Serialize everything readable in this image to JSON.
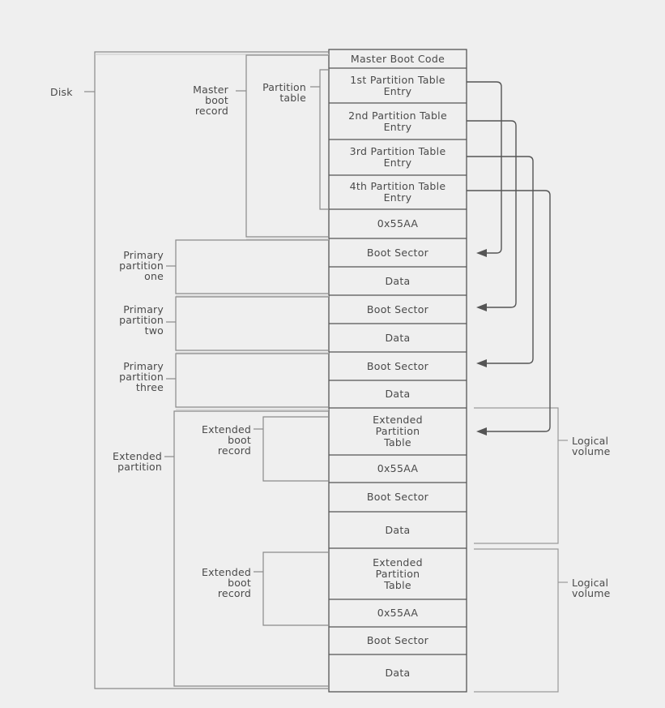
{
  "labels": {
    "disk": "Disk",
    "master_boot_record": "Master\nboot\nrecord",
    "partition_table": "Partition\ntable",
    "primary_one": "Primary\npartition\none",
    "primary_two": "Primary\npartition\ntwo",
    "primary_three": "Primary\npartition\nthree",
    "extended_partition": "Extended\npartition",
    "extended_boot_record_1": "Extended\nboot\nrecord",
    "extended_boot_record_2": "Extended\nboot\nrecord",
    "logical_volume_1": "Logical\nvolume",
    "logical_volume_2": "Logical\nvolume"
  },
  "cells": {
    "master_boot_code": "Master Boot Code",
    "pte1": "1st Partition Table\nEntry",
    "pte2": "2nd Partition Table\nEntry",
    "pte3": "3rd Partition Table\nEntry",
    "pte4": "4th Partition Table\nEntry",
    "sig_mbr": "0x55AA",
    "boot_p1": "Boot Sector",
    "data_p1": "Data",
    "boot_p2": "Boot Sector",
    "data_p2": "Data",
    "boot_p3": "Boot Sector",
    "data_p3": "Data",
    "ept1": "Extended\nPartition\nTable",
    "sig_e1": "0x55AA",
    "boot_l1": "Boot Sector",
    "data_l1": "Data",
    "ept2": "Extended\nPartition\nTable",
    "sig_e2": "0x55AA",
    "boot_l2": "Boot Sector",
    "data_l2": "Data"
  }
}
